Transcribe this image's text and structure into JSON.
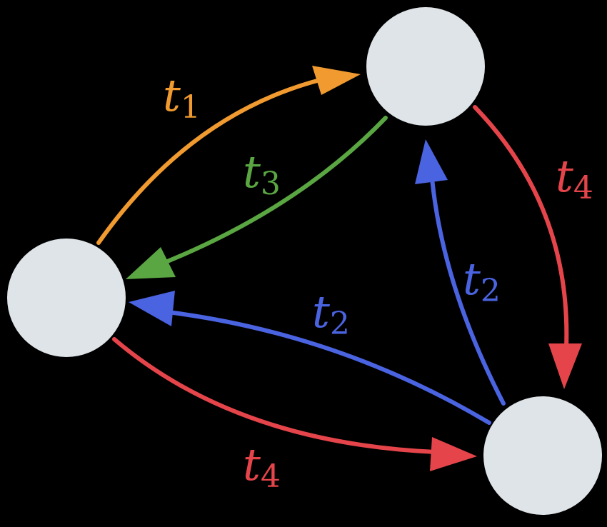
{
  "colors": {
    "background": "#000000",
    "node": "#dfe4e8",
    "orange": "#f09a2f",
    "green": "#5aa642",
    "blue": "#4a63e0",
    "red": "#e5454a"
  },
  "nodes": [
    {
      "id": "top"
    },
    {
      "id": "left"
    },
    {
      "id": "bottom-right"
    }
  ],
  "edges": [
    {
      "from": "left",
      "to": "top",
      "color": "orange",
      "label": {
        "var": "t",
        "sub": "1"
      }
    },
    {
      "from": "top",
      "to": "left",
      "color": "green",
      "label": {
        "var": "t",
        "sub": "3"
      }
    },
    {
      "from": "top",
      "to": "bottom-right",
      "color": "red",
      "label": {
        "var": "t",
        "sub": "4"
      }
    },
    {
      "from": "bottom-right",
      "to": "top",
      "color": "blue",
      "label": {
        "var": "t",
        "sub": "2"
      }
    },
    {
      "from": "bottom-right",
      "to": "left",
      "color": "blue",
      "label": {
        "var": "t",
        "sub": "2"
      }
    },
    {
      "from": "left",
      "to": "bottom-right",
      "color": "red",
      "label": {
        "var": "t",
        "sub": "4"
      }
    }
  ]
}
